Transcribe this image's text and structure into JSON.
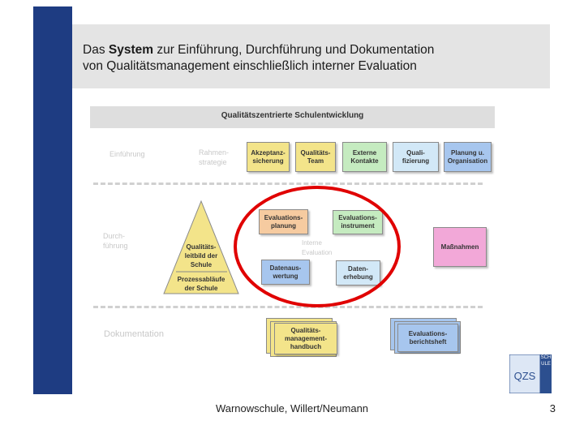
{
  "title": {
    "line1_before": "Das ",
    "line1_bold": "System",
    "line1_after": " zur Einführung, Durchführung und Dokumentation",
    "line2": "von Qualitätsmanagement einschließlich interner Evaluation"
  },
  "diagram": {
    "header": "Qualitätszentrierte Schulentwicklung",
    "row_labels": {
      "planning": "Einführung",
      "execution": "Durch-\nführung",
      "documentation": "Dokumentation"
    },
    "planning_hint": "Rahmen-\nstrategie",
    "evaluation_hint": "Interne Evaluation",
    "top_boxes": [
      {
        "label": "Akzeptanz-\nsicherung",
        "color": "#f3e48a"
      },
      {
        "label": "Qualitäts-\nTeam",
        "color": "#f3e48a"
      },
      {
        "label": "Externe\nKontakte",
        "color": "#c5ebc0"
      },
      {
        "label": "Quali-\nfizierung",
        "color": "#d2e8f7"
      },
      {
        "label": "Planung u.\nOrganisation",
        "color": "#a7c6ee"
      }
    ],
    "cycle_boxes": {
      "planning": {
        "label": "Evaluations-\nplanung",
        "color": "#f6cba0"
      },
      "instrument": {
        "label": "Evaluations-\ninstrument",
        "color": "#c5ebc0"
      },
      "analysis": {
        "label": "Datenaus-\nwertung",
        "color": "#a7c6ee"
      },
      "collection": {
        "label": "Daten-\nerhebung",
        "color": "#d2e8f7"
      }
    },
    "measures": {
      "label": "Maßnahmen",
      "color": "#f2a8d8"
    },
    "triangle": {
      "upper": "Qualitäts-\nleitbild der\nSchule",
      "lower": "Prozessabläufe\nder Schule",
      "color": "#f3e48a"
    },
    "docs": {
      "handbook": {
        "label": "Qualitäts-\nmanagement-\nhandbuch",
        "color": "#f3e48a"
      },
      "report": {
        "label": "Evaluations-\nberichtsheft",
        "color": "#a7c6ee"
      }
    },
    "highlight_color": "#e00000"
  },
  "logo": {
    "letters": "QZS",
    "side": "SCHULE"
  },
  "footer": {
    "text": "Warnowschule,  Willert/Neumann",
    "page": "3"
  },
  "colors": {
    "sidebar": "#1e3c82",
    "header_bg": "#e4e4e4"
  }
}
